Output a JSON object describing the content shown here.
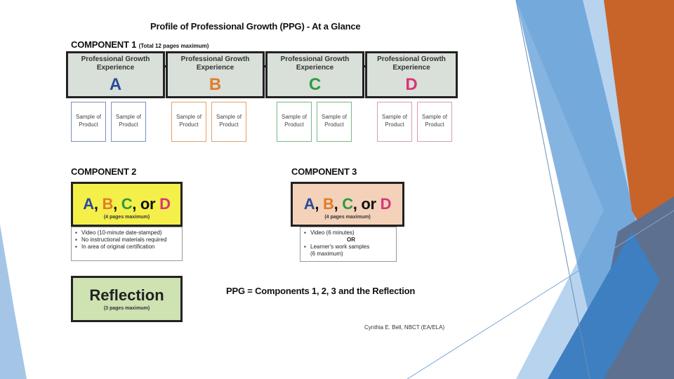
{
  "title": "Profile of Professional Growth (PPG) - At a Glance",
  "component1": {
    "label": "COMPONENT 1",
    "note": "(Total 12 pages maximum)",
    "experiences": [
      {
        "title_line1": "Professional Growth",
        "title_line2": "Experience",
        "letter": "A",
        "color": "#2b4a9a"
      },
      {
        "title_line1": "Professional Growth",
        "title_line2": "Experience",
        "letter": "B",
        "color": "#e07d2a"
      },
      {
        "title_line1": "Professional Growth",
        "title_line2": "Experience",
        "letter": "C",
        "color": "#2e9a3e"
      },
      {
        "title_line1": "Professional Growth",
        "title_line2": "Experience",
        "letter": "D",
        "color": "#d8357a"
      }
    ],
    "samples": [
      {
        "line1": "Sample of",
        "line2": "Product"
      },
      {
        "line1": "Sample of",
        "line2": "Product"
      },
      {
        "line1": "Sample of",
        "line2": "Product"
      },
      {
        "line1": "Sample of",
        "line2": "Product"
      },
      {
        "line1": "Sample of",
        "line2": "Product"
      },
      {
        "line1": "Sample of",
        "line2": "Product"
      },
      {
        "line1": "Sample of",
        "line2": "Product"
      },
      {
        "line1": "Sample of",
        "line2": "Product"
      }
    ]
  },
  "abcd": {
    "a": "A",
    "b": "B",
    "c": "C",
    "or": "or",
    "d": "D",
    "comma": ","
  },
  "component2": {
    "label": "COMPONENT 2",
    "pages": "(4 pages maximum)",
    "bullets": [
      "Video (10-minute date-stamped)",
      "No instructional materials required",
      "In area of original certification"
    ],
    "fill": "#f5ef4a"
  },
  "component3": {
    "label": "COMPONENT 3",
    "pages": "(4 pages maximum)",
    "bullet1": "Video (6 minutes)",
    "or_text": "OR",
    "bullet2": "Learner's work samples",
    "bullet2_note": "(6 maximum)",
    "fill": "#f3d2b9"
  },
  "reflection": {
    "label": "Reflection",
    "pages": "(3 pages maximum)",
    "fill": "#cfe2b2"
  },
  "formula": "PPG = Components 1, 2, 3 and the Reflection",
  "credit": "Cynthia E. Bell, NBCT (EA/ELA)",
  "colors": {
    "a": "#2b4a9a",
    "b": "#e07d2a",
    "c": "#2e9a3e",
    "d": "#d8357a",
    "decor_orange": "#c8642a",
    "decor_blue": "#3d7fc0",
    "decor_slate": "#5e7090",
    "decor_light_blue": "#9cc3e6"
  }
}
